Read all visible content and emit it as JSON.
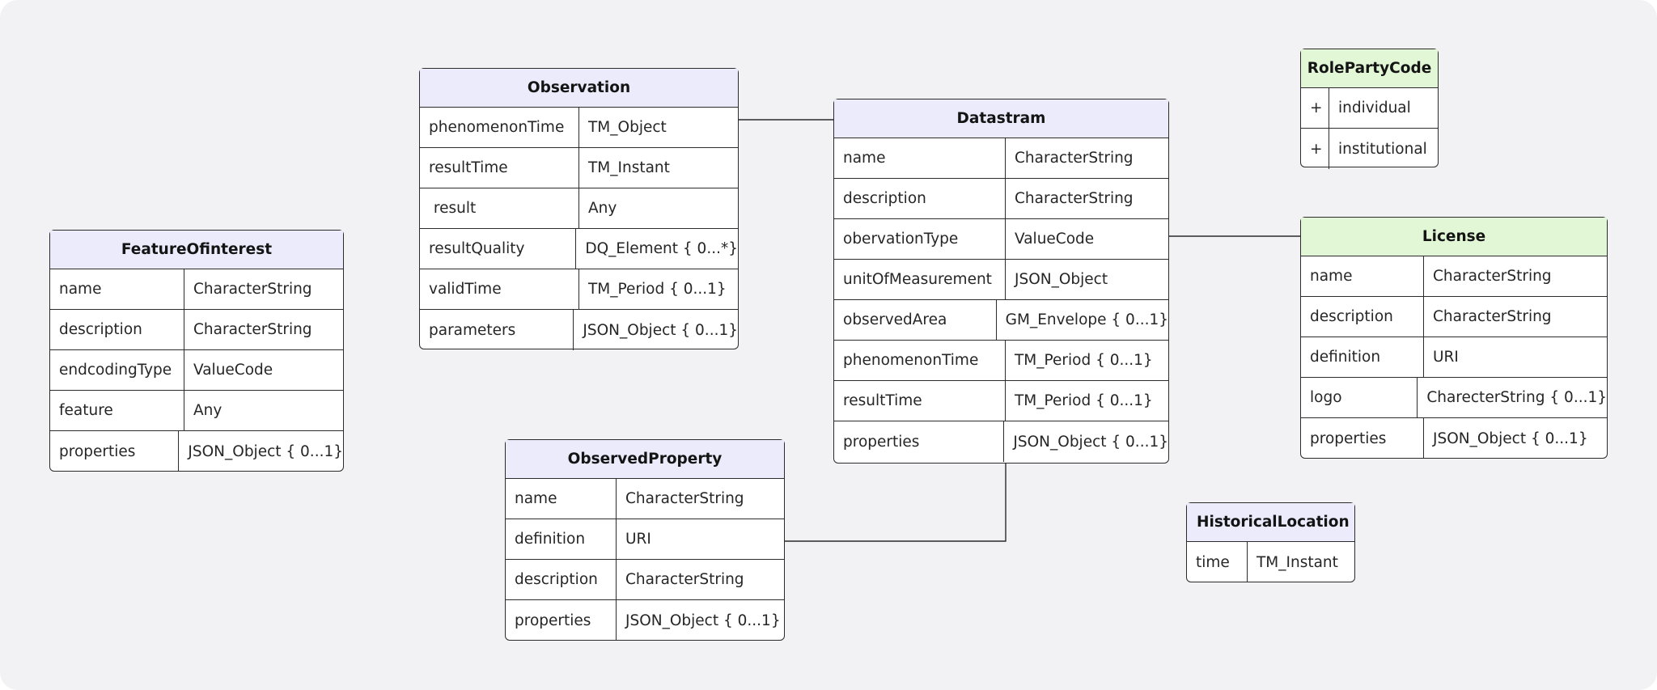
{
  "entities": {
    "observation": {
      "title": "Observation",
      "rows": [
        {
          "name": "phenomenonTime",
          "type": "TM_Object"
        },
        {
          "name": "resultTime",
          "type": "TM_Instant"
        },
        {
          "name": " result",
          "type": "Any"
        },
        {
          "name": "resultQuality",
          "type": "DQ_Element { 0...*}"
        },
        {
          "name": "validTime",
          "type": "TM_Period { 0...1}"
        },
        {
          "name": "parameters",
          "type": "JSON_Object { 0...1}"
        }
      ]
    },
    "datastream": {
      "title": "Datastram",
      "rows": [
        {
          "name": "name",
          "type": "CharacterString"
        },
        {
          "name": "description",
          "type": "CharacterString"
        },
        {
          "name": "obervationType",
          "type": "ValueCode"
        },
        {
          "name": "unitOfMeasurement",
          "type": "JSON_Object"
        },
        {
          "name": "observedArea",
          "type": "GM_Envelope { 0...1}"
        },
        {
          "name": "phenomenonTime",
          "type": "TM_Period { 0...1}"
        },
        {
          "name": "resultTime",
          "type": "TM_Period { 0...1}"
        },
        {
          "name": "properties",
          "type": "JSON_Object { 0...1}"
        }
      ]
    },
    "role_party_code": {
      "title": "RolePartyCode",
      "rows": [
        {
          "name": "+",
          "type": "individual"
        },
        {
          "name": "+",
          "type": "institutional"
        }
      ]
    },
    "feature_of_interest": {
      "title": "FeatureOfinterest",
      "rows": [
        {
          "name": "name",
          "type": "CharacterString"
        },
        {
          "name": "description",
          "type": "CharacterString"
        },
        {
          "name": "endcodingType",
          "type": "ValueCode"
        },
        {
          "name": "feature",
          "type": "Any"
        },
        {
          "name": "properties",
          "type": "JSON_Object { 0...1}"
        }
      ]
    },
    "license": {
      "title": "License",
      "rows": [
        {
          "name": "name",
          "type": "CharacterString"
        },
        {
          "name": "description",
          "type": "CharacterString"
        },
        {
          "name": "definition",
          "type": "URI"
        },
        {
          "name": "logo",
          "type": "CharecterString { 0...1}"
        },
        {
          "name": "properties",
          "type": "JSON_Object { 0...1}"
        }
      ]
    },
    "observed_property": {
      "title": "ObservedProperty",
      "rows": [
        {
          "name": "name",
          "type": "CharacterString"
        },
        {
          "name": "definition",
          "type": "URI"
        },
        {
          "name": "description",
          "type": "CharacterString"
        },
        {
          "name": "properties",
          "type": "JSON_Object { 0...1}"
        }
      ]
    },
    "historical_location": {
      "title": "HistoricalLocation",
      "rows": [
        {
          "name": "time",
          "type": "TM_Instant"
        }
      ]
    }
  },
  "colors": {
    "background": "#f2f2f4",
    "header_purple": "#ebebfc",
    "header_green": "#e1f7d6",
    "border": "#2b2b2b"
  }
}
